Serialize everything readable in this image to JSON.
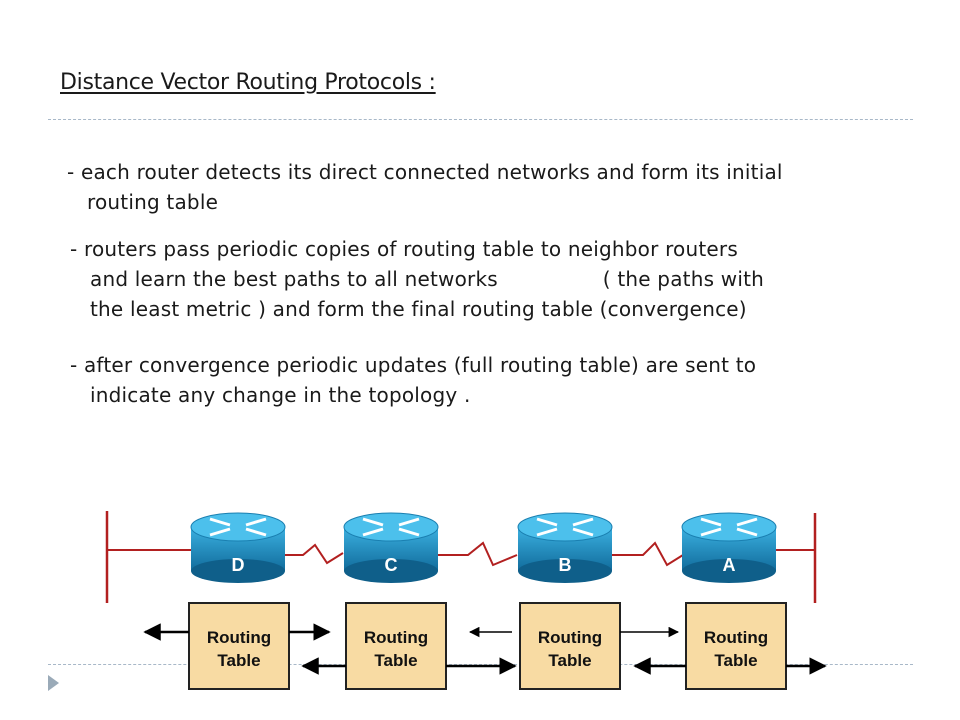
{
  "title": "Distance Vector Routing Protocols :",
  "bullets": [
    {
      "lines": [
        "- each router detects its direct connected networks and form its initial",
        "routing table"
      ]
    },
    {
      "lines": [
        "- routers pass periodic copies of routing table to neighbor routers",
        "and learn the best paths to all networks                ( the paths with",
        "the least metric ) and form the final routing table (convergence)"
      ]
    },
    {
      "lines": [
        "- after convergence periodic updates (full routing table) are sent to",
        "indicate any change in the topology ."
      ]
    }
  ],
  "diagram": {
    "routers": [
      {
        "label": "D"
      },
      {
        "label": "C"
      },
      {
        "label": "B"
      },
      {
        "label": "A"
      }
    ],
    "tables": [
      {
        "line1": "Routing",
        "line2": "Table"
      },
      {
        "line1": "Routing",
        "line2": "Table"
      },
      {
        "line1": "Routing",
        "line2": "Table"
      },
      {
        "line1": "Routing",
        "line2": "Table"
      }
    ],
    "colors": {
      "router": "#1f8fc4",
      "link": "#b22020",
      "table_fill": "#f8dba3",
      "table_stroke": "#222222"
    }
  }
}
